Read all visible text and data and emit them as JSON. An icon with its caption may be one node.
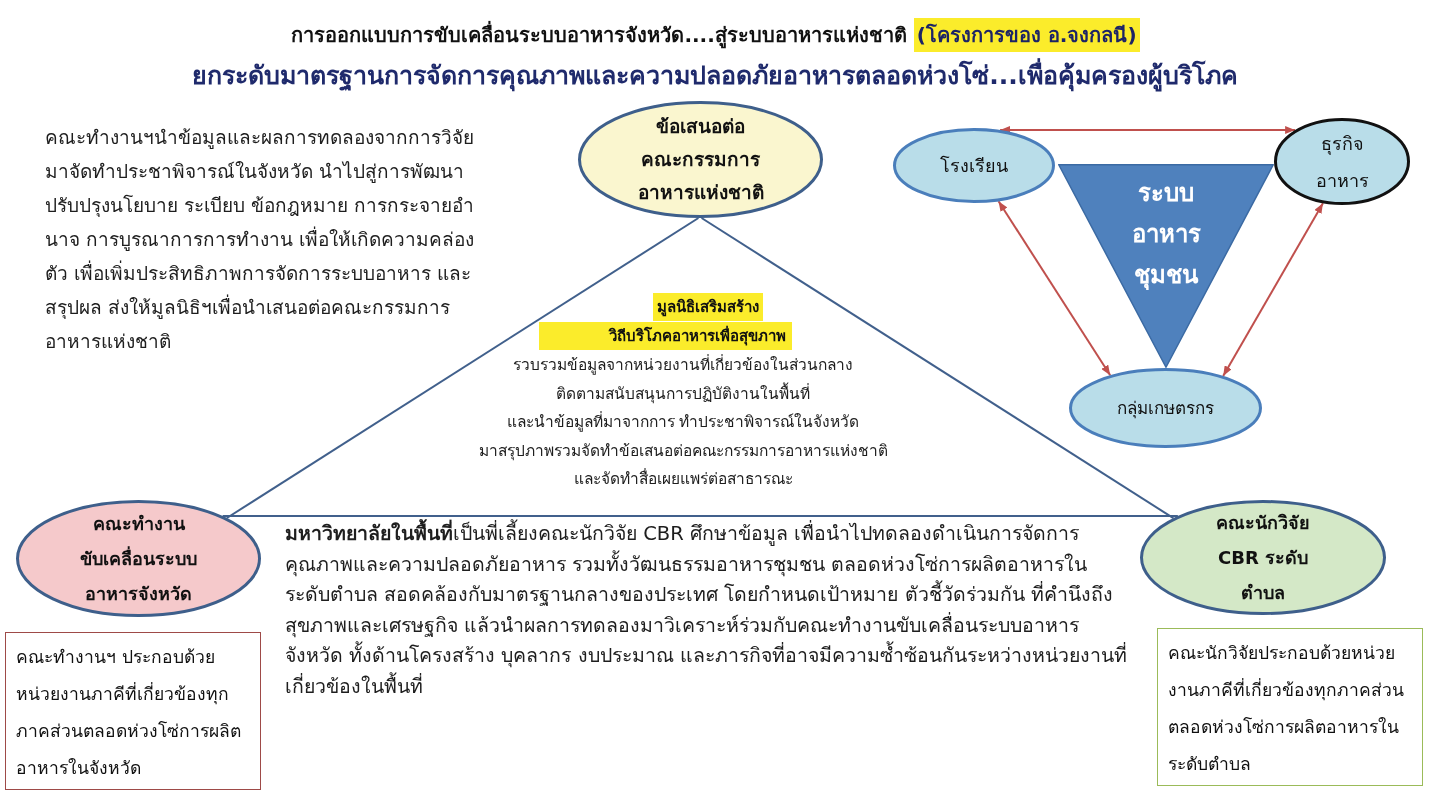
{
  "diagram": {
    "title": "การออกแบบการขับเคลื่อนระบบอาหารจังหวัด....สู่ระบบอาหารแห่งชาติ",
    "nodes": [
      {
        "text": [
          "ข้อเสนอต่อ คณะกรรมการ อาหารแห่งชาติ"
        ]
      },
      {
        "text": [
          "โรงเรียน"
        ]
      },
      {
        "text": [
          "ธุรกิจ อาหาร"
        ]
      },
      {
        "text": [
          "ระบบ อาหาร ชุมชน"
        ]
      },
      {
        "text": [
          "กลุ่มเกษตรกร"
        ]
      },
      {
        "text": [
          "คณะทำงาน ขับเคลื่อนระบบ อาหารจังหวัด"
        ]
      },
      {
        "text": [
          "คณะนักวิจัย CBR ระดับ ตำบล"
        ]
      },
      {
        "text": [
          "คณะทำงานฯ ประกอบด้วยหน่วยงานภาคีที่เกี่ยวข้องทุกภาคส่วนตลอดห่วงโซ่การผลิตอาหารในจังหวัด"
        ]
      },
      {
        "text": [
          "คณะนักวิจัยประกอบด้วยหน่วยงานภาคีที่เกี่ยวข้องทุกภาคส่วนตลอดห่วงโซ่การผลิตอาหารในระดับตำบล"
        ]
      }
    ],
    "edges": [
      {
        "from": 0,
        "to": 5,
        "arrow": "none"
      },
      {
        "from": 5,
        "to": 6,
        "arrow": "none"
      },
      {
        "from": 0,
        "to": 6,
        "arrow": "none"
      },
      {
        "from": 1,
        "to": 2,
        "arrow": "both",
        "color": "#c0504d"
      },
      {
        "from": 1,
        "to": 4,
        "arrow": "both",
        "color": "#c0504d"
      },
      {
        "from": 2,
        "to": 4,
        "arrow": "both",
        "color": "#c0504d"
      }
    ],
    "labels": [
      "(โครงการของ อ.จงกลนี)",
      "ยกระดับมาตรฐานการจัดการคุณภาพและความปลอดภัยอาหารตลอดห่วงโซ่...เพื่อคุ้มครองผู้บริโภค",
      "คณะทำงานฯนำข้อมูลและผลการทดลองจากการวิจัยมาจัดทำประชาพิจารณ์ในจังหวัด นำไปสู่การพัฒนาปรับปรุงนโยบาย ระเบียบ ข้อกฎหมาย การกระจายอำนาจ การบูรณาการการทำงาน เพื่อให้เกิดความคล่องตัว เพื่อเพิ่มประสิทธิภาพการจัดการระบบอาหาร และสรุปผล ส่งให้มูลนิธิฯเพื่อนำเสนอต่อคณะกรรมการอาหารแห่งชาติ",
      "มูลนิธิเสริมสร้าง",
      "วิถีบริโภคอาหารเพื่อสุขภาพ",
      "รวบรวมข้อมูลจากหน่วยงานที่เกี่ยวข้องในส่วนกลาง",
      "ติดตามสนับสนุนการปฏิบัติงานในพื้นที่",
      "และนำข้อมูลที่มาจากการ ทำประชาพิจารณ์ในจังหวัด",
      "มาสรุปภาพรวมจัดทำข้อเสนอต่อคณะกรรมการอาหารแห่งชาติ",
      "และจัดทำสื่อเผยแพร่ต่อสาธารณะ",
      "**มหาวิทยาลัยในพื้นที่**เป็นพี่เลี้ยงคณะนักวิจัย CBR ศึกษาข้อมูล เพื่อนำไปทดลองดำเนินการจัดการคุณภาพและความปลอดภัยอาหาร รวมทั้งวัฒนธรรมอาหารชุมชน ตลอดห่วงโซ่การผลิตอาหารในระดับตำบล สอดคล้องกับมาตรฐานกลางของประเทศ โดยกำหนดเป้าหมาย ตัวชี้วัดร่วมกัน ที่คำนึงถึงสุขภาพและเศรษฐกิจ แล้วนำผลการทดลองมาวิเคราะห์ร่วมกับคณะทำงานขับเคลื่อนระบบอาหารจังหวัด ทั้งด้านโครงสร้าง บุคลากร งบประมาณ และภารกิจที่อาจมีความซ้ำซ้อนกันระหว่างหน่วยงานที่เกี่ยวข้องในพื้นที่"
    ]
  }
}
